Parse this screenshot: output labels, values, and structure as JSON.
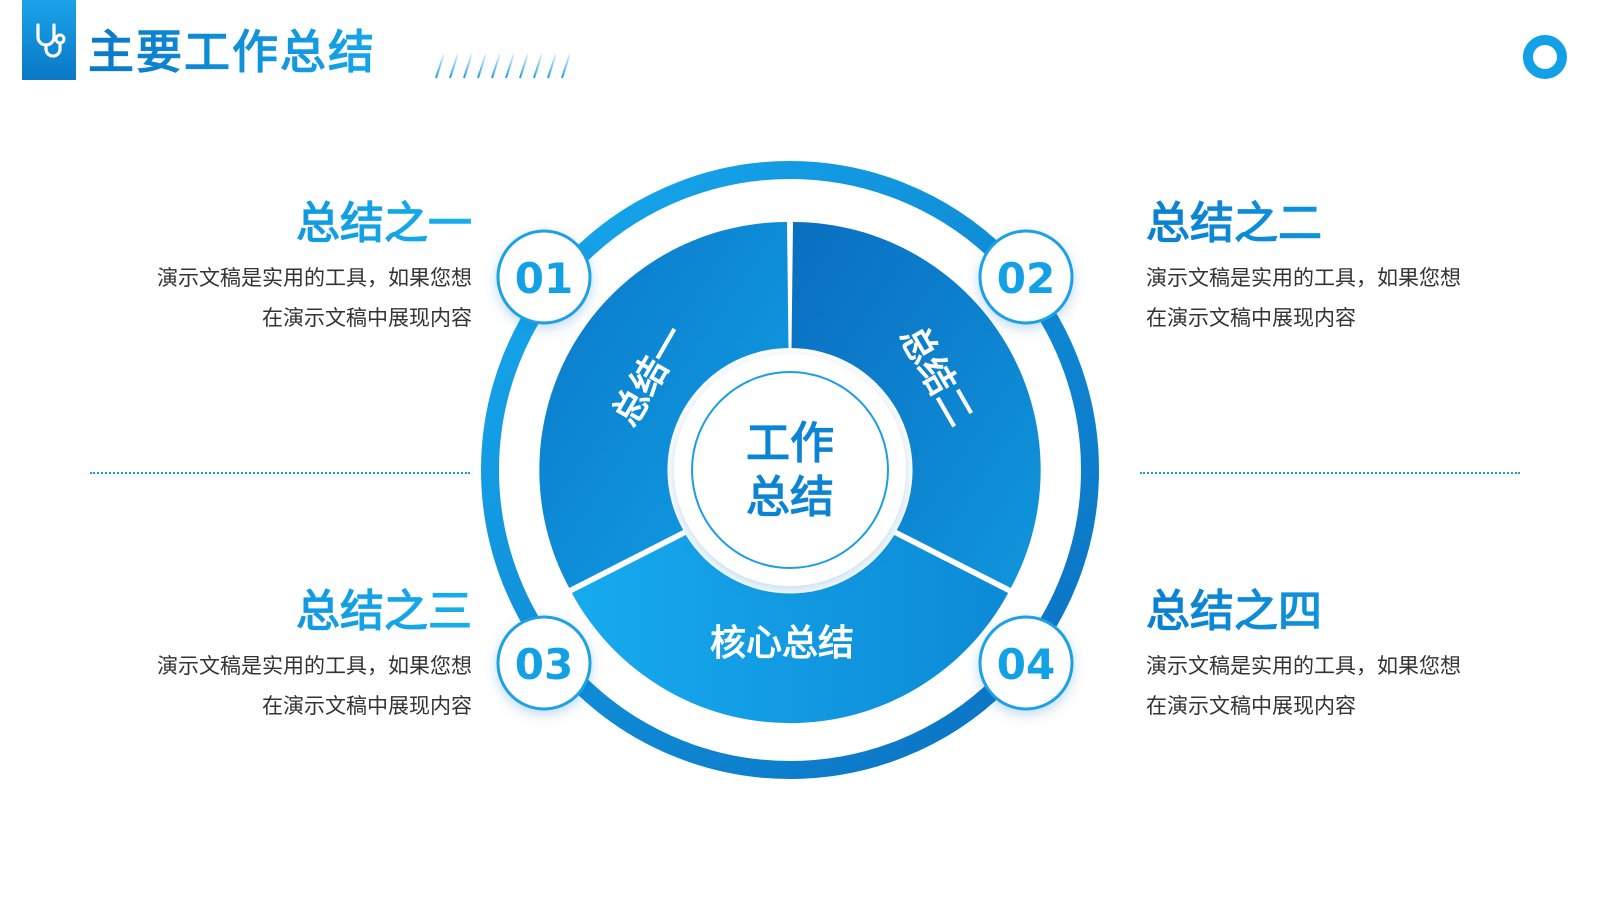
{
  "header": {
    "title": "主要工作总结",
    "logo_icon": "stethoscope-icon",
    "corner_icon": "ring-icon"
  },
  "colors": {
    "primary": "#0b84d4",
    "light": "#14a6ea",
    "dark": "#0a6fc0",
    "text": "#333333"
  },
  "diagram": {
    "center_label_line1": "工作",
    "center_label_line2": "总结",
    "segments": [
      {
        "label": "总结一"
      },
      {
        "label": "总结二"
      },
      {
        "label": "核心总结"
      }
    ],
    "badges": [
      "01",
      "02",
      "03",
      "04"
    ]
  },
  "sections": [
    {
      "title": "总结之一",
      "line1": "演示文稿是实用的工具，如果您想",
      "line2": "在演示文稿中展现内容"
    },
    {
      "title": "总结之二",
      "line1": "演示文稿是实用的工具，如果您想",
      "line2": "在演示文稿中展现内容"
    },
    {
      "title": "总结之三",
      "line1": "演示文稿是实用的工具，如果您想",
      "line2": "在演示文稿中展现内容"
    },
    {
      "title": "总结之四",
      "line1": "演示文稿是实用的工具，如果您想",
      "line2": "在演示文稿中展现内容"
    }
  ]
}
